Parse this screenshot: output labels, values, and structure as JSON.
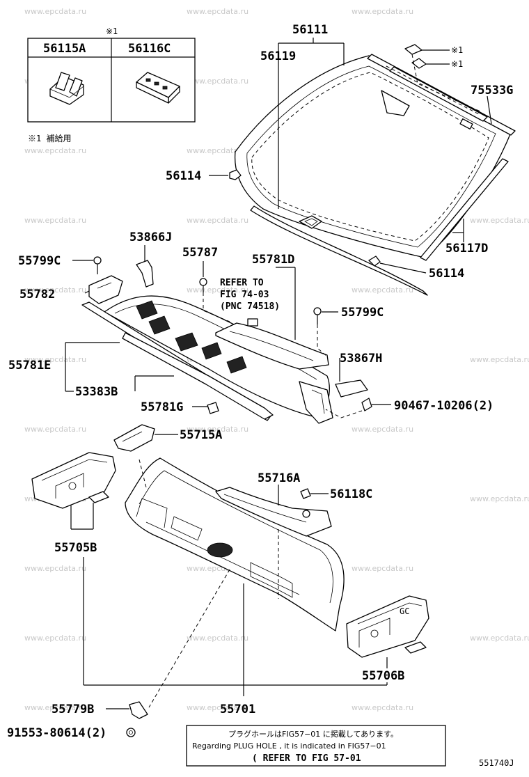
{
  "watermark": "www.epcdata.ru",
  "figure_id": "551740J",
  "supply_box": {
    "marker": "※1",
    "col1_label": "56115A",
    "col2_label": "56116C",
    "footnote": "※1 補給用"
  },
  "callouts": {
    "p56111": "56111",
    "p56119": "56119",
    "p75533G": "75533G",
    "p56114_top": "56114",
    "p56114_bottom": "56114",
    "p56117D": "56117D",
    "p53866J": "53866J",
    "p55787": "55787",
    "p55781D": "55781D",
    "p55799C_left": "55799C",
    "p55799C_right": "55799C",
    "p55782": "55782",
    "p55781E": "55781E",
    "p53867H": "53867H",
    "p53383B": "53383B",
    "p55781G": "55781G",
    "p90467": "90467-10206(2)",
    "p55715A": "55715A",
    "p55716A": "55716A",
    "p56118C": "56118C",
    "p55705B": "55705B",
    "p55706B": "55706B",
    "p55779B": "55779B",
    "p55701": "55701",
    "p91553": "91553-80614(2)",
    "marker_1": "※1",
    "marker_2": "※1"
  },
  "refer": {
    "line1": "REFER TO",
    "line2": "FIG 74-03",
    "line3": "(PNC 74518)"
  },
  "plug_note": {
    "japanese": "プラグホールはFIG57−01 に掲載してあります。",
    "english": "Regarding PLUG HOLE , it is indicated in FIG57−01",
    "refer": "( REFER TO FIG 57-01"
  }
}
